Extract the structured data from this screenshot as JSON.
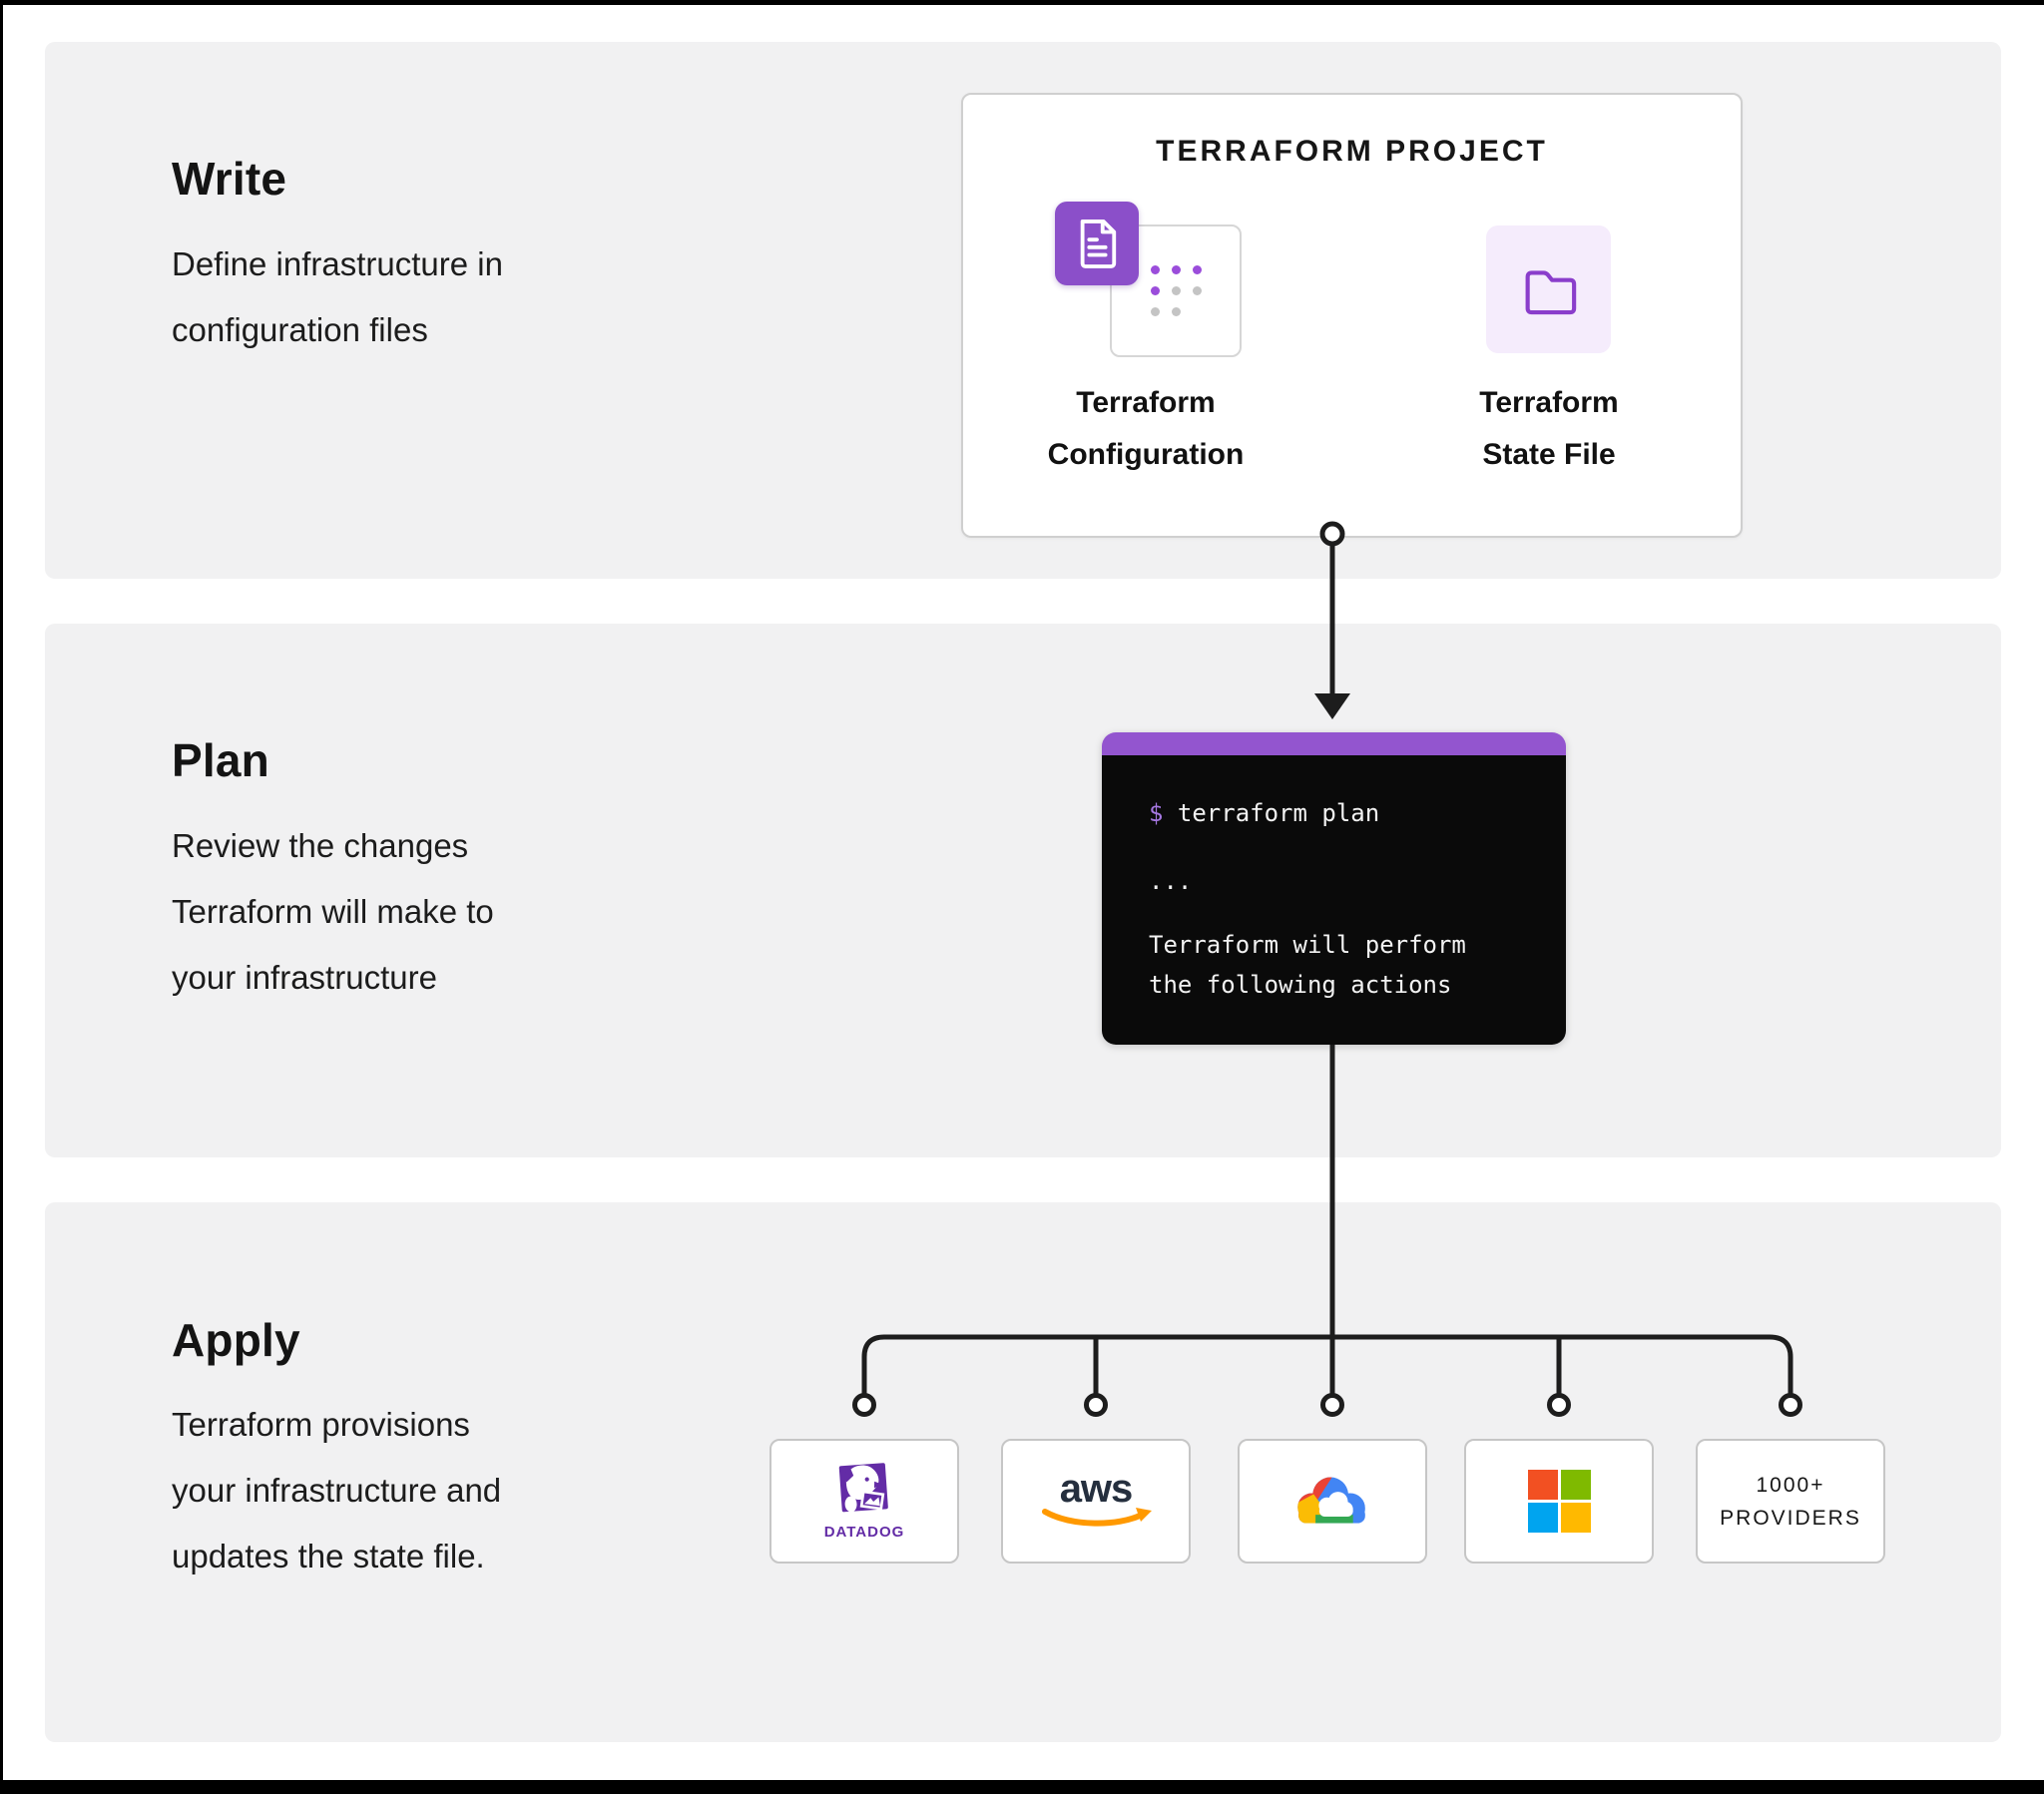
{
  "colors": {
    "section_bg": "#f1f1f2",
    "accent_purple": "#8b4fc9",
    "accent_purple_light": "#f5ecfc",
    "terminal_header_purple": "#9355cf",
    "terminal_bg": "#0a0a0a",
    "connector_black": "#1d1d1d",
    "datadog_purple": "#632ca6",
    "aws_navy": "#252f3e",
    "aws_orange": "#ff9900",
    "google_blue": "#4285f4",
    "google_red": "#ea4335",
    "google_yellow": "#fbbc05",
    "google_green": "#34a853",
    "ms_red": "#f25022",
    "ms_green": "#7fba00",
    "ms_blue": "#00a4ef",
    "ms_yellow": "#ffb900"
  },
  "sections": {
    "write": {
      "title": "Write",
      "lines": [
        "Define infrastructure in",
        "configuration files"
      ]
    },
    "plan": {
      "title": "Plan",
      "lines": [
        "Review the changes",
        "Terraform will make to",
        "your infrastructure"
      ]
    },
    "apply": {
      "title": "Apply",
      "lines": [
        "Terraform provisions",
        "your infrastructure and",
        "updates the state file."
      ]
    }
  },
  "project": {
    "title": "TERRAFORM PROJECT",
    "config_label": [
      "Terraform",
      "Configuration"
    ],
    "state_label": [
      "Terraform",
      "State File"
    ]
  },
  "terminal": {
    "prompt": "$",
    "command": "terraform plan",
    "ellipsis": "...",
    "output": [
      "Terraform will perform",
      "the following actions"
    ]
  },
  "providers": {
    "datadog": {
      "label": "DATADOG"
    },
    "aws": {
      "label": "aws"
    },
    "more": {
      "lines": [
        "1000+",
        "PROVIDERS"
      ]
    }
  }
}
